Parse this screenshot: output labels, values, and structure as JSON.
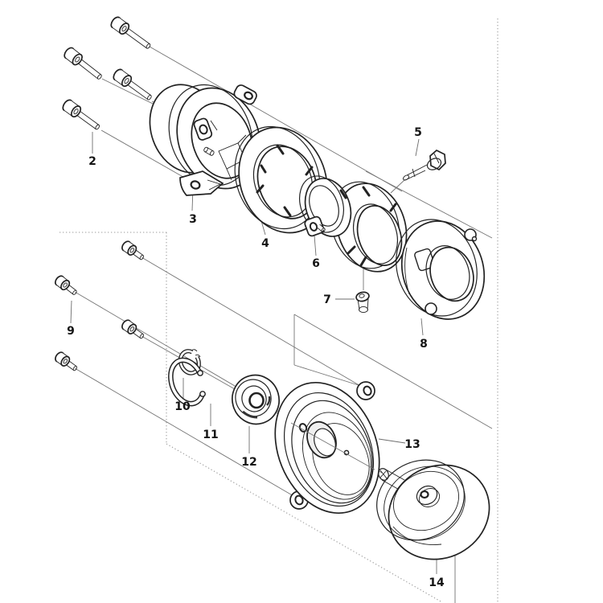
{
  "page": {
    "background": "#ffffff"
  },
  "diagram": {
    "type": "exploded-parts-diagram",
    "description_visible_text_only": true,
    "labels": [
      {
        "text": "2"
      },
      {
        "text": "3"
      },
      {
        "text": "4"
      },
      {
        "text": "5"
      },
      {
        "text": "6"
      },
      {
        "text": "7"
      },
      {
        "text": "8"
      },
      {
        "text": "9"
      },
      {
        "text": "10"
      },
      {
        "text": "11"
      },
      {
        "text": "12"
      },
      {
        "text": "13"
      },
      {
        "text": "14"
      }
    ]
  },
  "colors": {
    "part_outline": "#222222",
    "axis_line": "#757575",
    "dotted_line": "#9a9a9a",
    "label_text": "#141414",
    "shading": "#ededed"
  }
}
